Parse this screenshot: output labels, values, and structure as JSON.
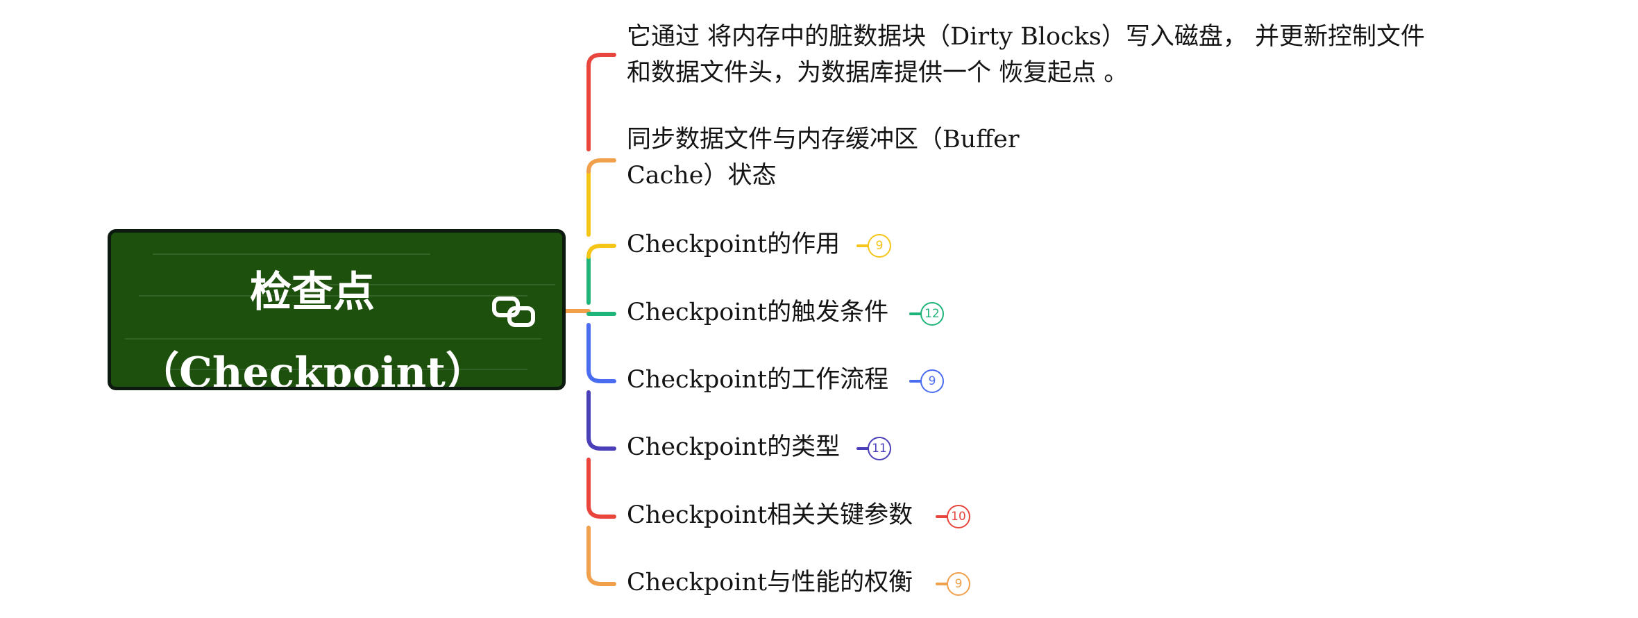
{
  "root": {
    "title_line1": "检查点",
    "title_line2": "（Checkpoint）",
    "fill": "#1e500d",
    "border": "#0d1a10",
    "icon": "link-icon"
  },
  "branches": [
    {
      "lines": [
        "它通过 将内存中的脏数据块（Dirty Blocks）写入磁盘， 并更新控制文件",
        "和数据文件头，为数据库提供一个 恢复起点 。"
      ],
      "color": "#e8453c"
    },
    {
      "lines": [
        "同步数据文件与内存缓冲区（Buffer",
        "Cache）状态"
      ],
      "color": "#f0a04b"
    },
    {
      "lines": [
        "Checkpoint的作用"
      ],
      "color": "#f5c518",
      "badge": "9"
    },
    {
      "lines": [
        "Checkpoint的触发条件"
      ],
      "color": "#1fb57a",
      "badge": "12"
    },
    {
      "lines": [
        "Checkpoint的工作流程"
      ],
      "color": "#4a6cf0",
      "badge": "9"
    },
    {
      "lines": [
        "Checkpoint的类型"
      ],
      "color": "#4a3fb8",
      "badge": "11"
    },
    {
      "lines": [
        "Checkpoint相关关键参数"
      ],
      "color": "#e8453c",
      "badge": "10"
    },
    {
      "lines": [
        "Checkpoint与性能的权衡"
      ],
      "color": "#f0a04b",
      "badge": "9"
    }
  ]
}
